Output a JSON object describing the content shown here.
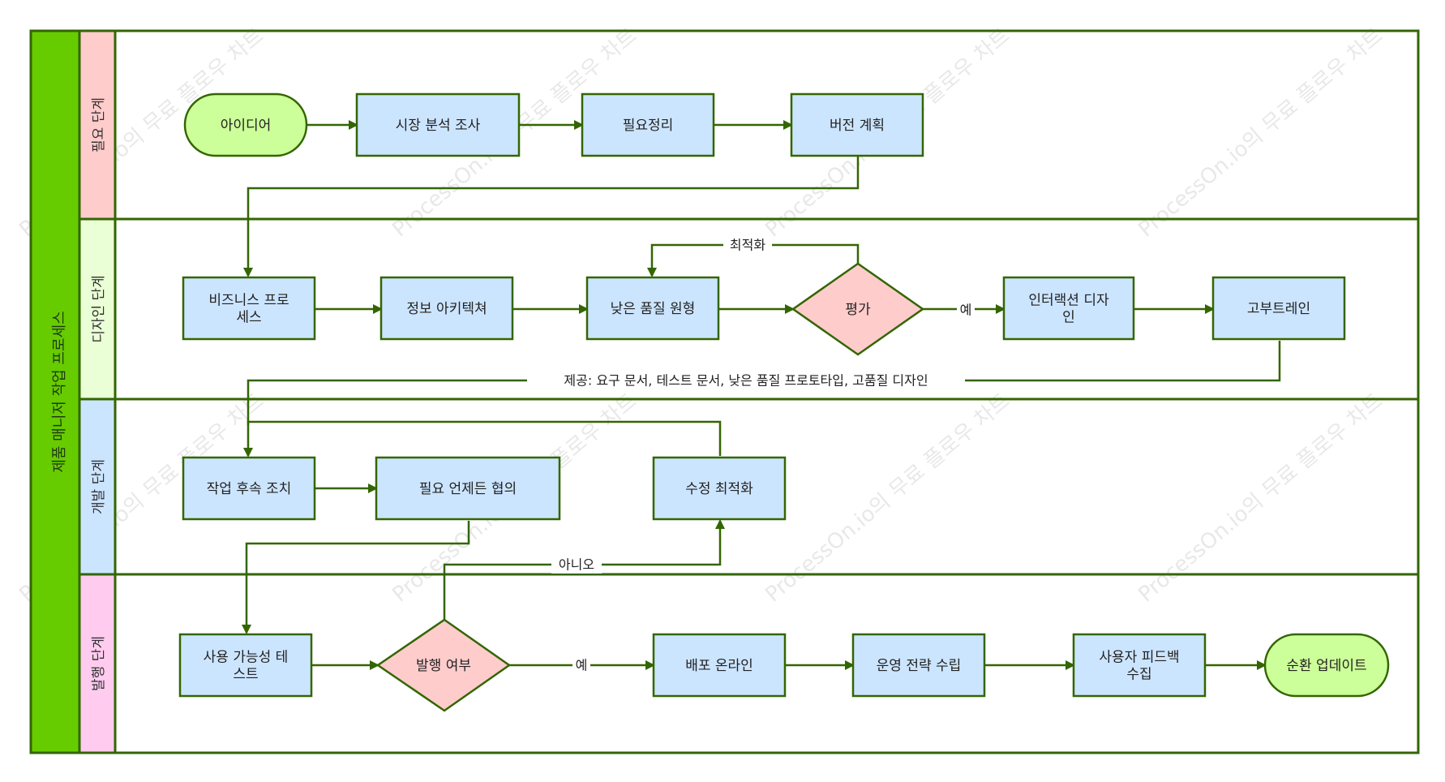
{
  "pool": {
    "title": "제품 매니저 작업 프로세스"
  },
  "lanes": [
    {
      "label": "필요 단계"
    },
    {
      "label": "디자인 단계"
    },
    {
      "label": "개발 단계"
    },
    {
      "label": "발행 단계"
    }
  ],
  "nodes": {
    "idea": [
      "아이디어"
    ],
    "market": [
      "시장 분석 조사"
    ],
    "needs": [
      "필요정리"
    ],
    "version": [
      "버전 계획"
    ],
    "business": [
      "비즈니스 프로",
      "세스"
    ],
    "info_arch": [
      "정보 아키텍쳐"
    ],
    "lofi": [
      "낮은 품질 원형"
    ],
    "evaluate": [
      "평가"
    ],
    "interaction": [
      "인터랙션 디자",
      "인"
    ],
    "hifi": [
      "고부트레인"
    ],
    "followup": [
      "작업 후속 조치"
    ],
    "consult": [
      "필요 언제든 협의"
    ],
    "revise": [
      "수정 최적화"
    ],
    "usability": [
      "사용 가능성 테",
      "스트"
    ],
    "release_q": [
      "발행 여부"
    ],
    "deploy": [
      "배포 온라인"
    ],
    "ops": [
      "운영 전략 수립"
    ],
    "feedback": [
      "사용자 피드백",
      "수집"
    ],
    "cycle": [
      "순환 업데이트"
    ]
  },
  "edge_labels": {
    "optimize": "최적화",
    "yes1": "예",
    "provide": "제공: 요구 문서, 테스트 문서, 낮은 품질 프로토타입, 고품질 디자인",
    "no": "아니오",
    "yes2": "예"
  },
  "watermark": "ProcessOn.io의 무료 플로우 차트",
  "colors": {
    "pool": "#66cc00",
    "lane_need": "#ffcccc",
    "lane_design": "#eaffd5",
    "lane_dev": "#cce5ff",
    "lane_release": "#ffccf0",
    "process_fill": "#cce5ff",
    "terminal_fill": "#ccff99",
    "decision_fill": "#ffcccc",
    "stroke": "#336600"
  }
}
